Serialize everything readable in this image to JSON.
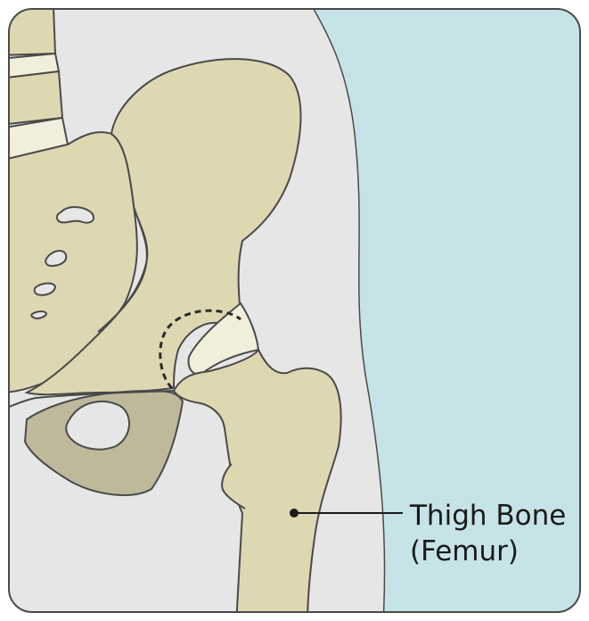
{
  "diagram": {
    "callouts": [
      {
        "id": "femur",
        "lines": [
          "Thigh Bone",
          "(Femur)"
        ]
      }
    ],
    "colors": {
      "frame_fill": "#e6e6e6",
      "body_outline_fill": "#c6e3e8",
      "bone_fill": "#ddd8b2",
      "cartilage_fill": "#f1efdc",
      "pubic_shadow_fill": "#bdb99a",
      "stroke": "#4a4a4a"
    },
    "annotations": {
      "dashed_outline": "hip-socket-outline"
    }
  }
}
